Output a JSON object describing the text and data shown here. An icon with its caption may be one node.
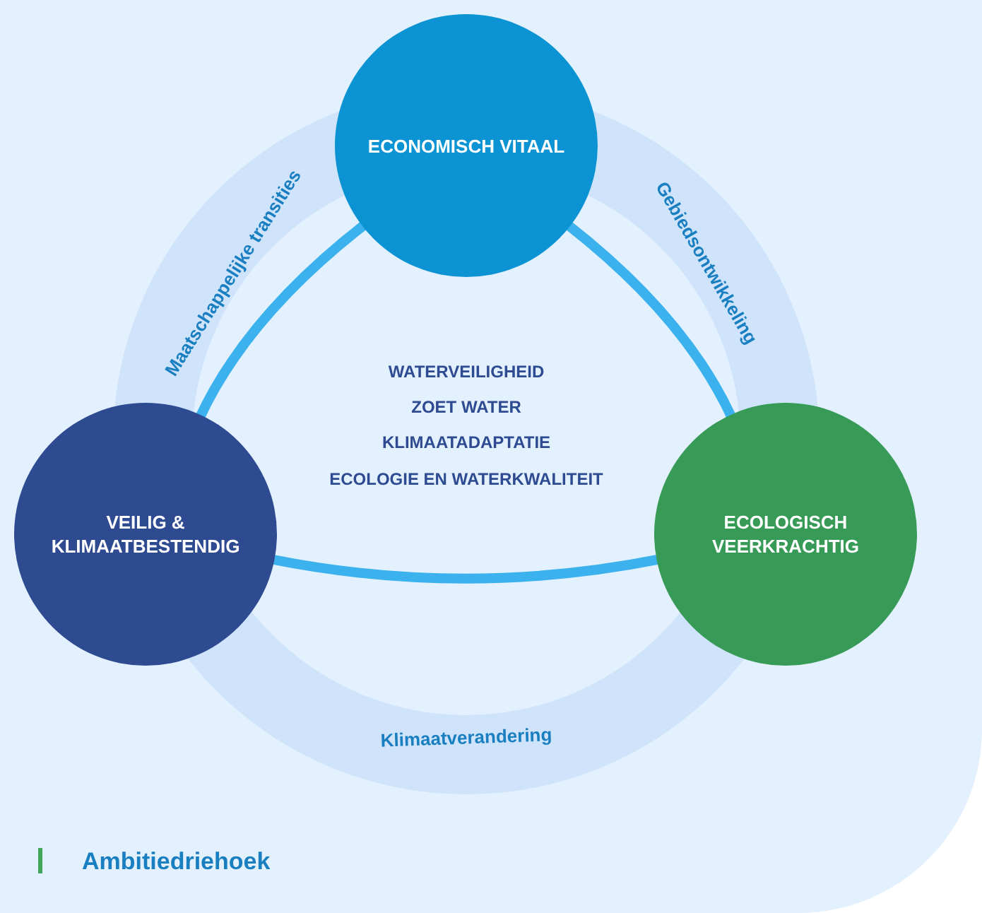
{
  "diagram": {
    "caption": "Ambitiedriehoek",
    "nodes": [
      {
        "text": [
          "ECONOMISCH VITAAL"
        ]
      },
      {
        "text": [
          "VEILIG & KLIMAATBESTENDIG"
        ]
      },
      {
        "text": [
          "ECOLOGISCH VEERKRACHTIG"
        ]
      }
    ],
    "edges": [
      {
        "from": 0,
        "to": 1,
        "arrow": "none"
      },
      {
        "from": 0,
        "to": 2,
        "arrow": "none"
      },
      {
        "from": 1,
        "to": 2,
        "arrow": "none"
      }
    ],
    "labels": [
      "Maatschappelijke transities",
      "Gebiedsontwikkeling",
      "WATERVEILIGHEID",
      "ZOET WATER",
      "KLIMAATADAPTATIE",
      "ECOLOGIE EN WATERKWALITEIT",
      "Klimaatverandering"
    ]
  }
}
